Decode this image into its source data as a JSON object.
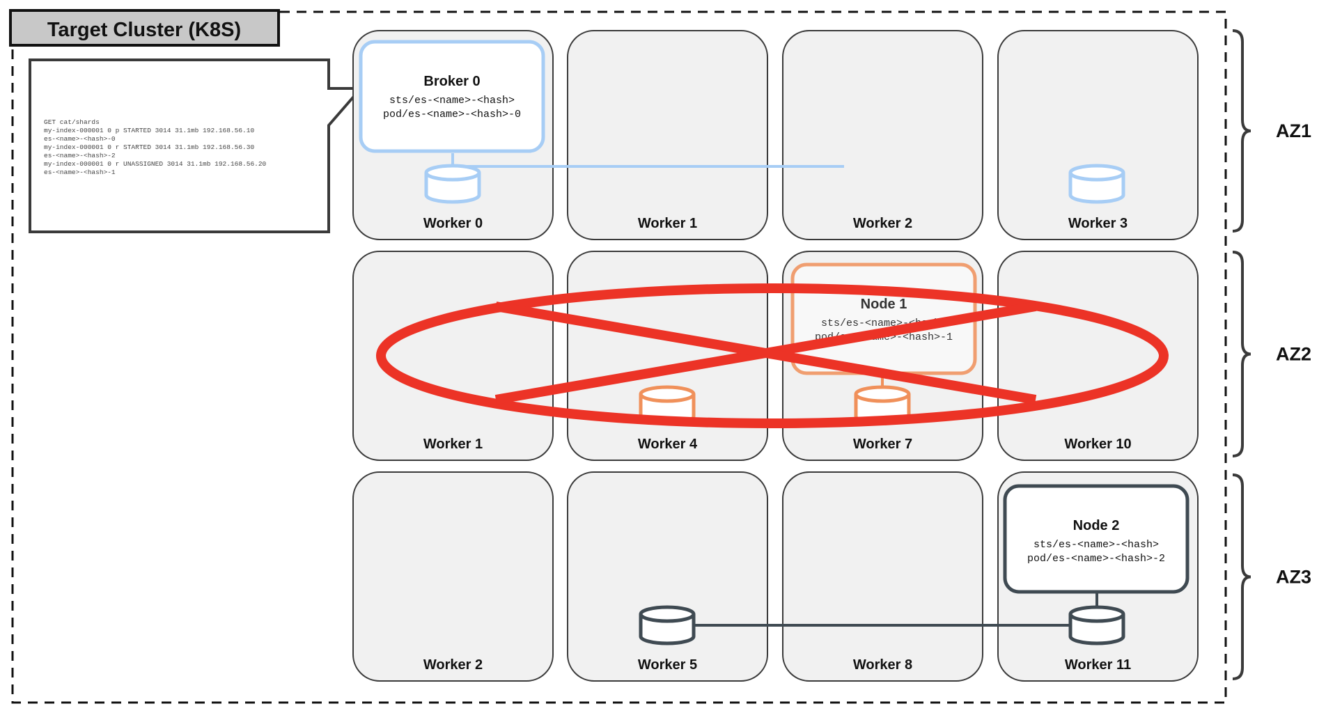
{
  "cluster": {
    "title": "Target Cluster (K8S)"
  },
  "callout": {
    "lines": [
      "GET  cat/shards",
      "my-index-000001 0 p STARTED    3014 31.1mb 192.168.56.10",
      "es-<name>-<hash>-0",
      "my-index-000001 0 r STARTED    3014 31.1mb 192.168.56.30",
      "es-<name>-<hash>-2",
      "my-index-000001 0 r UNASSIGNED    3014 31.1mb 192.168.56.20",
      "es-<name>-<hash>-1"
    ]
  },
  "zones": [
    {
      "label": "AZ1",
      "workers": [
        "Worker 0",
        "Worker 1",
        "Worker 2",
        "Worker 3"
      ]
    },
    {
      "label": "AZ2",
      "workers": [
        "Worker 1",
        "Worker 4",
        "Worker 7",
        "Worker 10"
      ]
    },
    {
      "label": "AZ3",
      "workers": [
        "Worker 2",
        "Worker 5",
        "Worker 8",
        "Worker 11"
      ]
    }
  ],
  "pods": [
    {
      "title": "Broker 0",
      "sts": "sts/es-<name>-<hash>",
      "pod": "pod/es-<name>-<hash>-0",
      "color": "#a7cdf5"
    },
    {
      "title": "Node 1",
      "sts": "sts/es-<name>-<hash>",
      "pod": "pod/es-<name>-<hash>-1",
      "color": "#f0905a"
    },
    {
      "title": "Node 2",
      "sts": "sts/es-<name>-<hash>",
      "pod": "pod/es-<name>-<hash>-2",
      "color": "#3f4a52"
    }
  ],
  "colors": {
    "worker_fill": "#f1f1f1",
    "worker_stroke": "#3a3a3a",
    "failure_mark": "#ec3326",
    "title_fill": "#c8c8c8"
  }
}
